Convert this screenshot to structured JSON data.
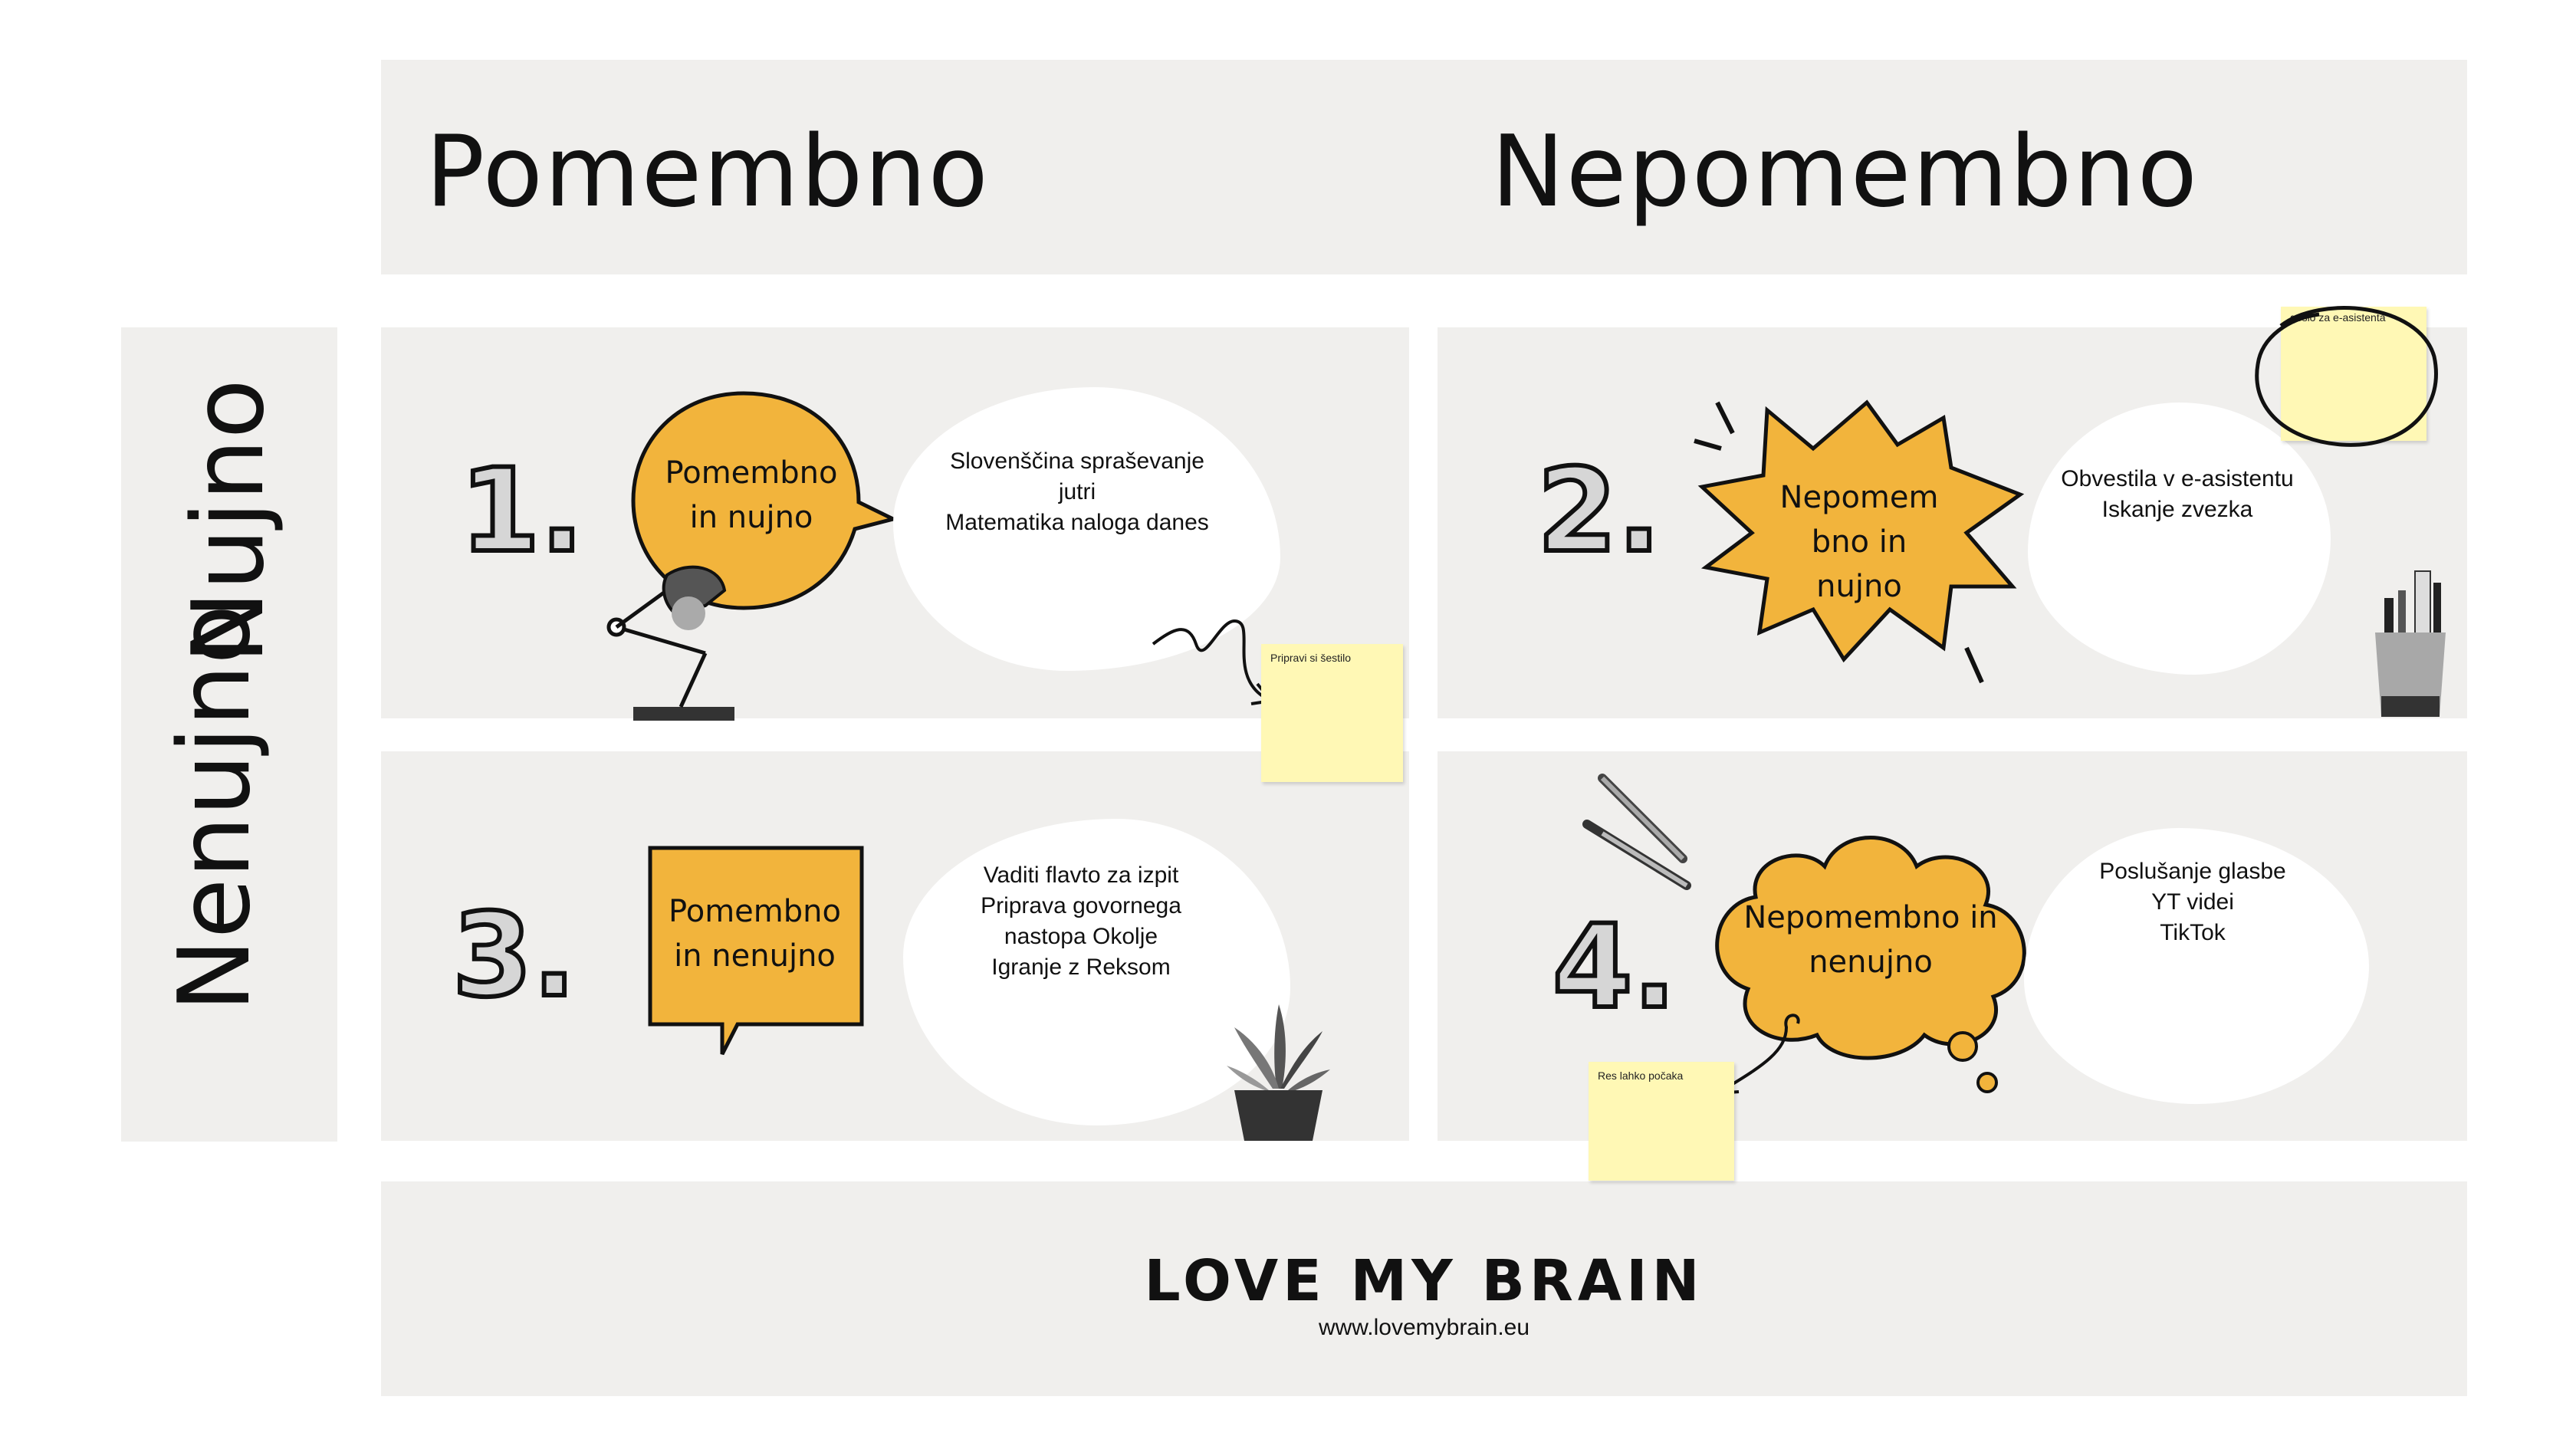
{
  "header": {
    "important": "Pomembno",
    "unimportant": "Nepomembno"
  },
  "side": {
    "urgent": "Nujno",
    "not_urgent": "Nenujno"
  },
  "quadrants": [
    {
      "number": "1.",
      "bubble": [
        "Pomembno",
        "in nujno"
      ],
      "items": [
        "Slovenščina spraševanje",
        "jutri",
        "Matematika naloga danes"
      ],
      "sticky": "Pripravi si šestilo"
    },
    {
      "number": "2.",
      "bubble": [
        "Nepomem",
        "bno in",
        "nujno"
      ],
      "items": [
        "Obvestila v e-asistentu",
        "Iskanje zvezka"
      ],
      "sticky": "geslo za e-asistenta"
    },
    {
      "number": "3.",
      "bubble": [
        "Pomembno",
        "in nenujno"
      ],
      "items": [
        "Vaditi flavto za izpit",
        "Priprava govornega",
        "nastopa Okolje",
        "Igranje z Reksom"
      ]
    },
    {
      "number": "4.",
      "bubble": [
        "Nepomembno in",
        "nenujno"
      ],
      "items": [
        "Poslušanje glasbe",
        "YT videi",
        "TikTok"
      ],
      "sticky": "Res lahko počaka"
    }
  ],
  "footer": {
    "brand": "LOVE MY BRAIN",
    "url": "www.lovemybrain.eu"
  },
  "colors": {
    "panel": "#f0efed",
    "accent": "#f2b43c",
    "sticky": "#fff8b5"
  }
}
